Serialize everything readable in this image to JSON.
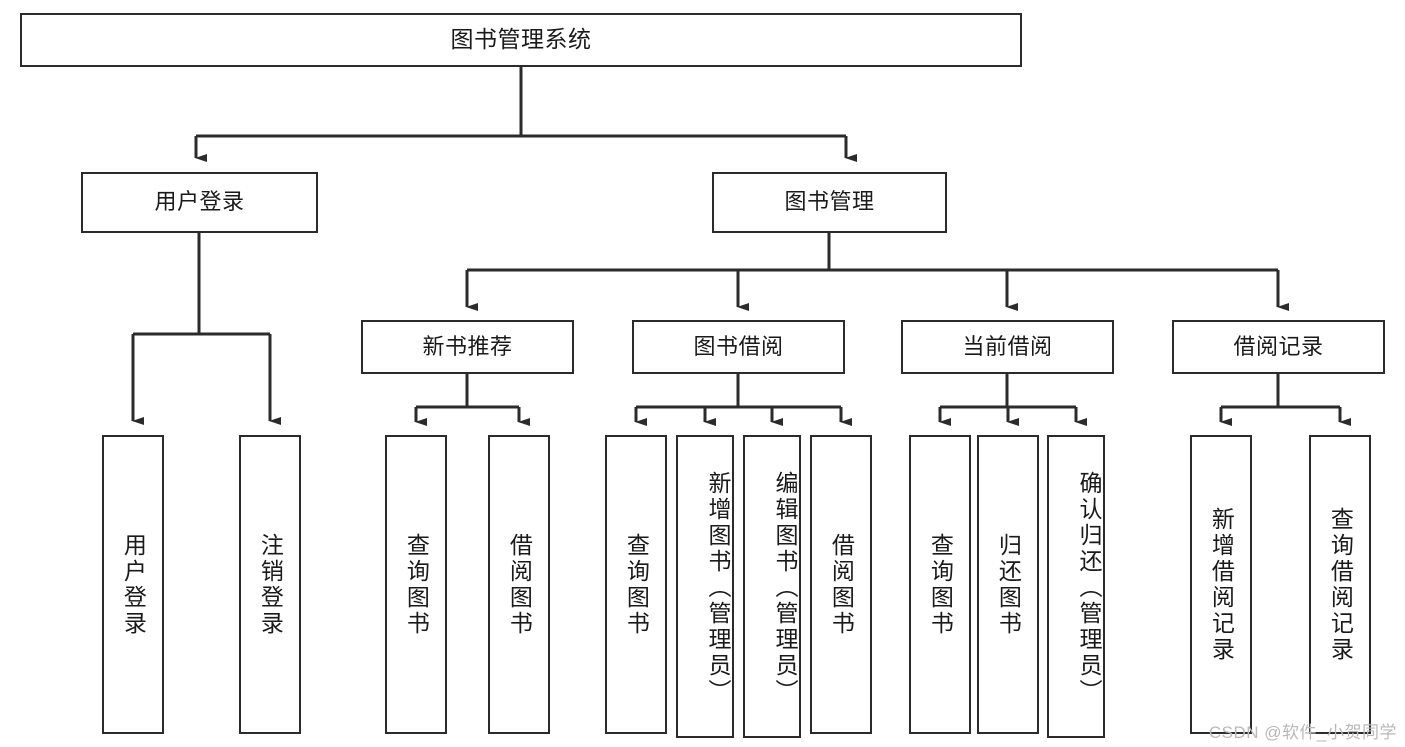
{
  "diagram": {
    "type": "tree",
    "title": "图书管理系统",
    "colors": {
      "stroke": "#2b2b2b",
      "fill": "#ffffff",
      "text": "#1a1a1a",
      "watermark": "#b9b9b9",
      "background": "#ffffff"
    },
    "root": {
      "label": "图书管理系统"
    },
    "level2": [
      {
        "label": "用户登录"
      },
      {
        "label": "图书管理"
      }
    ],
    "level3": [
      {
        "label": "新书推荐"
      },
      {
        "label": "图书借阅"
      },
      {
        "label": "当前借阅"
      },
      {
        "label": "借阅记录"
      }
    ],
    "leaves": {
      "user_login": [
        {
          "label": "用户登录"
        },
        {
          "label": "注销登录"
        }
      ],
      "new_book_recommend": [
        {
          "label": "查询图书"
        },
        {
          "label": "借阅图书"
        }
      ],
      "book_borrow": [
        {
          "label": "查询图书"
        },
        {
          "label": "新增图书（管理员）"
        },
        {
          "label": "编辑图书（管理员）"
        },
        {
          "label": "借阅图书"
        }
      ],
      "current_borrow": [
        {
          "label": "查询图书"
        },
        {
          "label": "归还图书"
        },
        {
          "label": "确认归还（管理员）"
        }
      ],
      "borrow_record": [
        {
          "label": "新增借阅记录"
        },
        {
          "label": "查询借阅记录"
        }
      ]
    }
  },
  "watermark": {
    "text": "CSDN @软件_小贺同学"
  }
}
